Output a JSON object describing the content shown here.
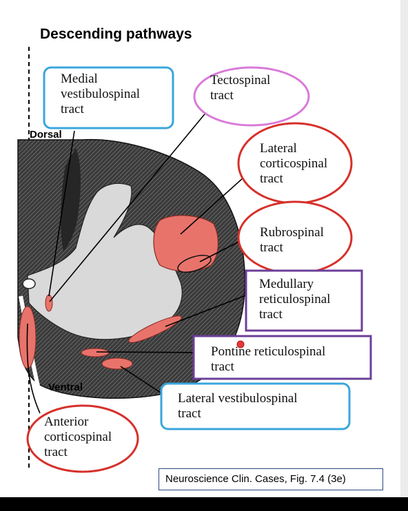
{
  "title": "Descending pathways",
  "orientation": {
    "dorsal": "Dorsal",
    "ventral": "Ventral"
  },
  "labels": {
    "medial_vestibulospinal": [
      "Medial",
      "vestibulospinal",
      "tract"
    ],
    "tectospinal": [
      "Tectospinal",
      "tract"
    ],
    "lateral_corticospinal": [
      "Lateral",
      "corticospinal",
      "tract"
    ],
    "rubrospinal": [
      "Rubrospinal",
      "tract"
    ],
    "medullary_reticulospinal": [
      "Medullary",
      "reticulospinal",
      "tract"
    ],
    "pontine_reticulospinal": [
      "Pontine reticulospinal",
      "tract"
    ],
    "lateral_vestibulospinal": [
      "Lateral vestibulospinal",
      "tract"
    ],
    "anterior_corticospinal": [
      "Anterior",
      "corticospinal",
      "tract"
    ]
  },
  "caption": "Neuroscience Clin. Cases, Fig. 7.4 (3e)",
  "colors": {
    "tract_fill": "#e8736b",
    "vestibulospinal_border": "#3aa6dc",
    "tectospinal_border": "#d97ad9",
    "corticospinal_rubrospinal_border": "#d6302a",
    "reticulospinal_border": "#6b3f99",
    "midline_bar": "#3b7fd0"
  }
}
